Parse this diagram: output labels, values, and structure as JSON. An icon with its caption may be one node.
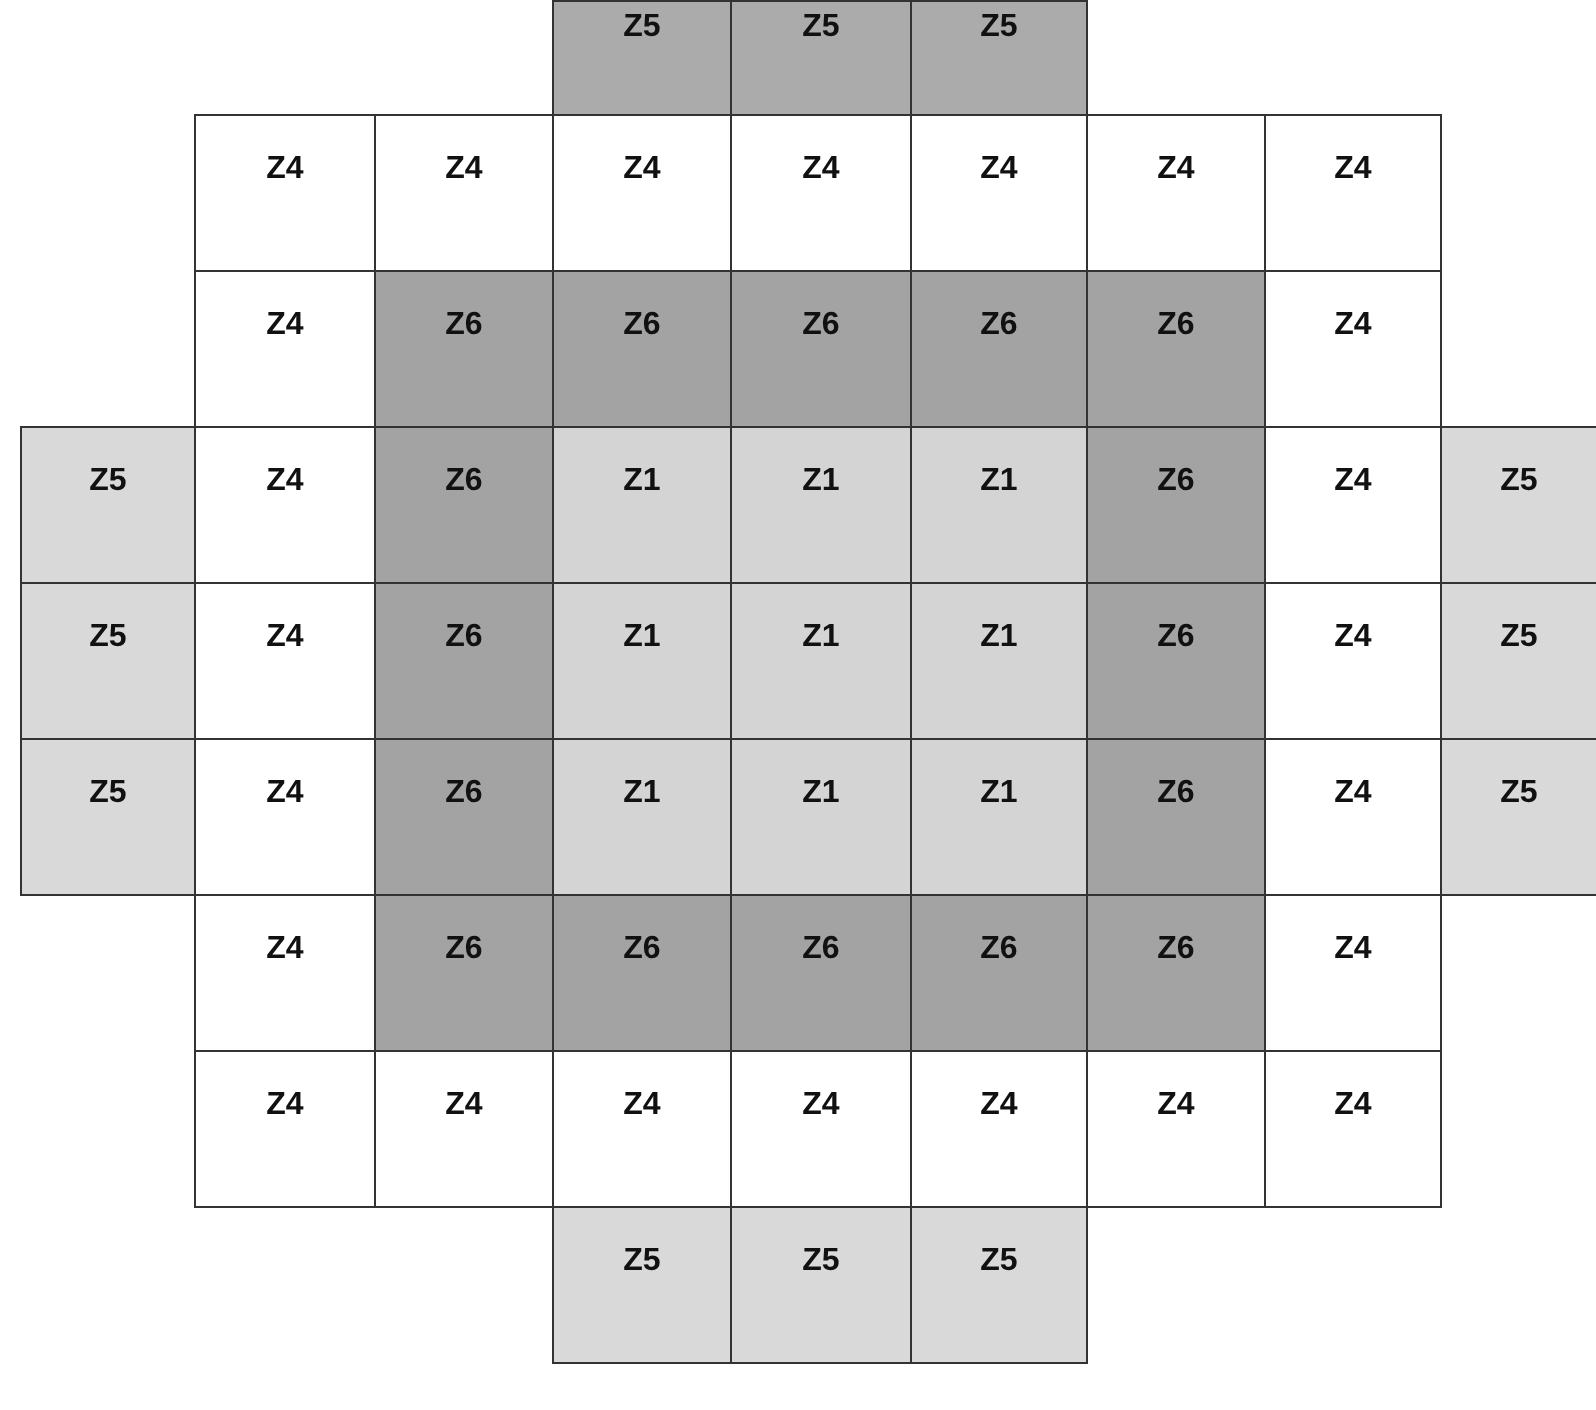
{
  "diagram": {
    "nodes": [
      {
        "text": [
          "Z5"
        ]
      },
      {
        "text": [
          "Z5"
        ]
      },
      {
        "text": [
          "Z5"
        ]
      },
      {
        "text": [
          "Z4"
        ]
      },
      {
        "text": [
          "Z4"
        ]
      },
      {
        "text": [
          "Z4"
        ]
      },
      {
        "text": [
          "Z4"
        ]
      },
      {
        "text": [
          "Z4"
        ]
      },
      {
        "text": [
          "Z4"
        ]
      },
      {
        "text": [
          "Z4"
        ]
      },
      {
        "text": [
          "Z4"
        ]
      },
      {
        "text": [
          "Z6"
        ]
      },
      {
        "text": [
          "Z6"
        ]
      },
      {
        "text": [
          "Z6"
        ]
      },
      {
        "text": [
          "Z6"
        ]
      },
      {
        "text": [
          "Z6"
        ]
      },
      {
        "text": [
          "Z4"
        ]
      },
      {
        "text": [
          "Z5"
        ]
      },
      {
        "text": [
          "Z4"
        ]
      },
      {
        "text": [
          "Z6"
        ]
      },
      {
        "text": [
          "Z1"
        ]
      },
      {
        "text": [
          "Z1"
        ]
      },
      {
        "text": [
          "Z1"
        ]
      },
      {
        "text": [
          "Z6"
        ]
      },
      {
        "text": [
          "Z4"
        ]
      },
      {
        "text": [
          "Z5"
        ]
      },
      {
        "text": [
          "Z5"
        ]
      },
      {
        "text": [
          "Z4"
        ]
      },
      {
        "text": [
          "Z6"
        ]
      },
      {
        "text": [
          "Z1"
        ]
      },
      {
        "text": [
          "Z1"
        ]
      },
      {
        "text": [
          "Z1"
        ]
      },
      {
        "text": [
          "Z6"
        ]
      },
      {
        "text": [
          "Z4"
        ]
      },
      {
        "text": [
          "Z5"
        ]
      },
      {
        "text": [
          "Z5"
        ]
      },
      {
        "text": [
          "Z4"
        ]
      },
      {
        "text": [
          "Z6"
        ]
      },
      {
        "text": [
          "Z1"
        ]
      },
      {
        "text": [
          "Z1"
        ]
      },
      {
        "text": [
          "Z1"
        ]
      },
      {
        "text": [
          "Z6"
        ]
      },
      {
        "text": [
          "Z4"
        ]
      },
      {
        "text": [
          "Z5"
        ]
      },
      {
        "text": [
          "Z4"
        ]
      },
      {
        "text": [
          "Z6"
        ]
      },
      {
        "text": [
          "Z6"
        ]
      },
      {
        "text": [
          "Z6"
        ]
      },
      {
        "text": [
          "Z6"
        ]
      },
      {
        "text": [
          "Z6"
        ]
      },
      {
        "text": [
          "Z4"
        ]
      },
      {
        "text": [
          "Z4"
        ]
      },
      {
        "text": [
          "Z4"
        ]
      },
      {
        "text": [
          "Z4"
        ]
      },
      {
        "text": [
          "Z4"
        ]
      },
      {
        "text": [
          "Z4"
        ]
      },
      {
        "text": [
          "Z4"
        ]
      },
      {
        "text": [
          "Z4"
        ]
      },
      {
        "text": [
          "Z5"
        ]
      },
      {
        "text": [
          "Z5"
        ]
      },
      {
        "text": [
          "Z5"
        ]
      }
    ]
  }
}
